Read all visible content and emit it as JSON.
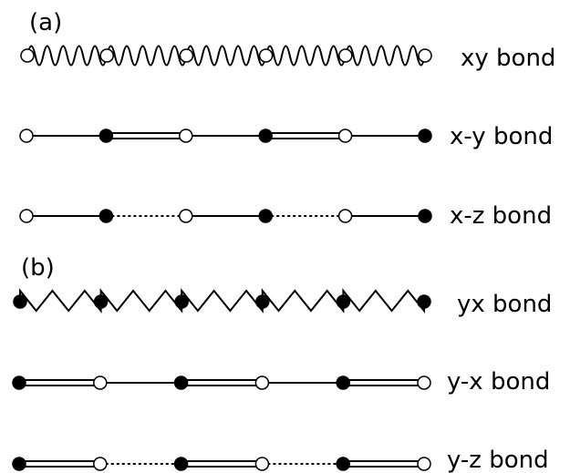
{
  "panels": [
    {
      "label": "(a)",
      "rows": [
        {
          "name": "xy bond",
          "pattern": "wavy",
          "nodes": [
            "open",
            "open",
            "open",
            "open",
            "open",
            "open"
          ]
        },
        {
          "name": "x-y bond",
          "pattern": "single-double",
          "nodes": [
            "open",
            "filled",
            "open",
            "filled",
            "open",
            "filled"
          ]
        },
        {
          "name": "x-z bond",
          "pattern": "single-dotted",
          "nodes": [
            "open",
            "filled",
            "open",
            "filled",
            "open",
            "filled"
          ]
        }
      ]
    },
    {
      "label": "(b)",
      "rows": [
        {
          "name": "yx bond",
          "pattern": "zigzag",
          "nodes": [
            "filled",
            "filled",
            "filled",
            "filled",
            "filled",
            "filled"
          ]
        },
        {
          "name": "y-x bond",
          "pattern": "double-single",
          "nodes": [
            "filled",
            "open",
            "filled",
            "open",
            "filled",
            "open"
          ]
        },
        {
          "name": "y-z bond",
          "pattern": "double-dotted",
          "nodes": [
            "filled",
            "open",
            "filled",
            "open",
            "filled",
            "open"
          ]
        }
      ]
    }
  ]
}
